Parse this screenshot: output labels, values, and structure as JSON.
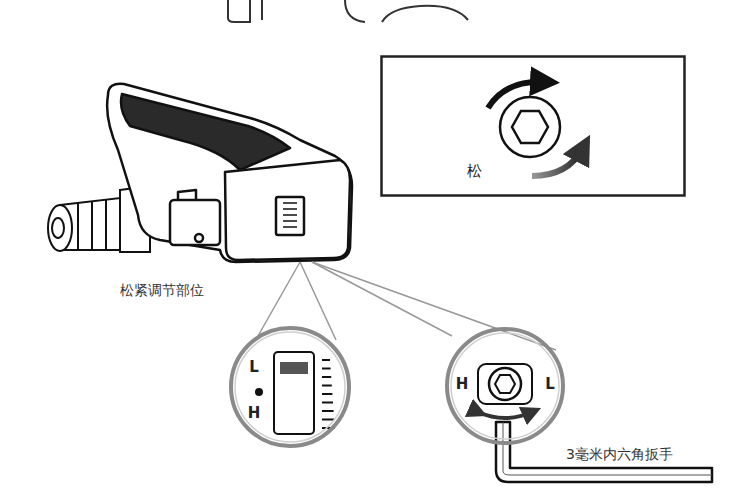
{
  "diagram": {
    "nodes": [
      {
        "text": [
          "紧",
          "松"
        ]
      },
      {
        "text": [
          "L",
          "H"
        ]
      },
      {
        "text": [
          "H",
          "L"
        ]
      }
    ],
    "labels": [
      "松紧调节部位",
      "3毫米内六角扳手"
    ]
  }
}
